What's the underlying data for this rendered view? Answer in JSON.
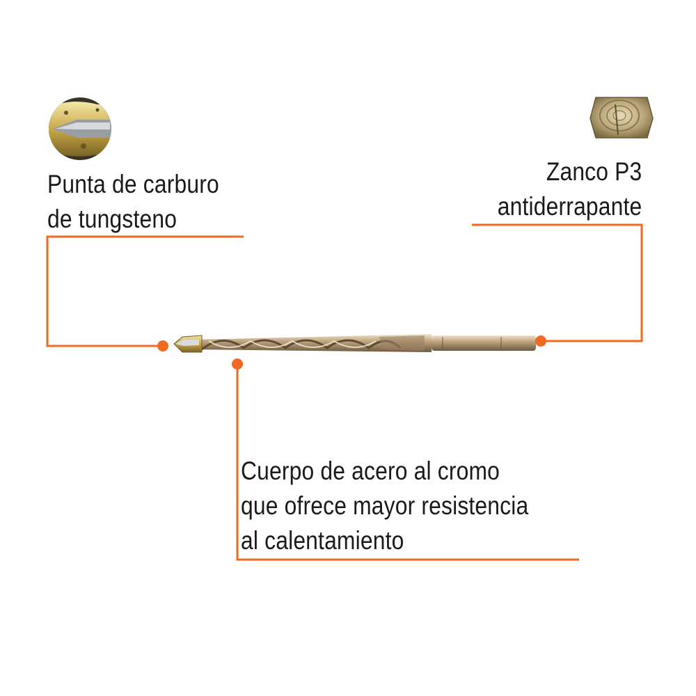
{
  "accent_color": "#f26a21",
  "callouts": {
    "tip": {
      "lines": [
        "Punta de carburo",
        "de tungsteno"
      ],
      "icon": "carbide-tip-icon"
    },
    "shank": {
      "lines": [
        "Zanco P3",
        "antiderrapante"
      ],
      "icon": "hex-shank-icon"
    },
    "body": {
      "lines": [
        "Cuerpo de acero al cromo",
        "que ofrece mayor resistencia",
        "al calentamiento"
      ]
    }
  },
  "product": {
    "name": "drill-bit"
  }
}
